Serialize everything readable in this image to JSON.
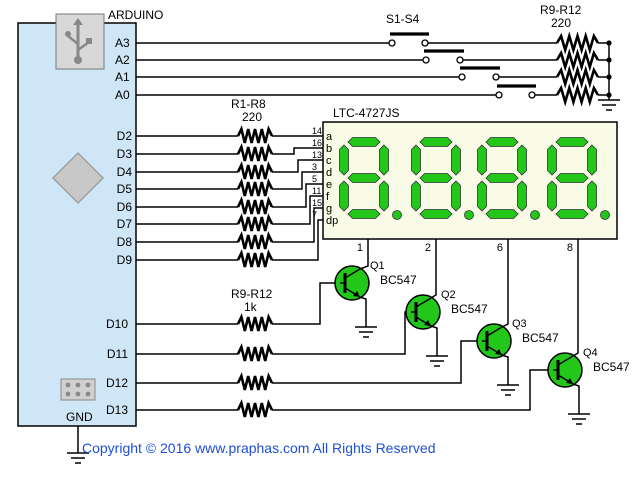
{
  "arduino": {
    "title": "ARDUINO",
    "gnd_label": "GND",
    "analog_pins": [
      "A3",
      "A2",
      "A1",
      "A0"
    ],
    "seg_pins": [
      "D2",
      "D3",
      "D4",
      "D5",
      "D6",
      "D7",
      "D8",
      "D9"
    ],
    "digit_pins": [
      "D10",
      "D11",
      "D12",
      "D13"
    ]
  },
  "switches": {
    "label": "S1-S4"
  },
  "pullups": {
    "label": "R9-R12",
    "value": "220"
  },
  "seg_resistors": {
    "label": "R1-R8",
    "value": "220"
  },
  "base_resistors": {
    "label": "R9-R12",
    "value": "1k"
  },
  "display": {
    "part": "LTC-4727JS",
    "pin_numbers": [
      "14",
      "16",
      "13",
      "3",
      "5",
      "11",
      "15",
      "7"
    ],
    "seg_letters": [
      "a",
      "b",
      "c",
      "d",
      "e",
      "f",
      "g",
      "dp"
    ],
    "digit_pins": [
      "1",
      "2",
      "6",
      "8"
    ],
    "segment_color": "#22c71a"
  },
  "transistors": [
    {
      "name": "Q1",
      "type": "BC547"
    },
    {
      "name": "Q2",
      "type": "BC547"
    },
    {
      "name": "Q3",
      "type": "BC547"
    },
    {
      "name": "Q4",
      "type": "BC547"
    }
  ],
  "copyright": "Copyright © 2016 www.praphas.com  All Rights Reserved"
}
